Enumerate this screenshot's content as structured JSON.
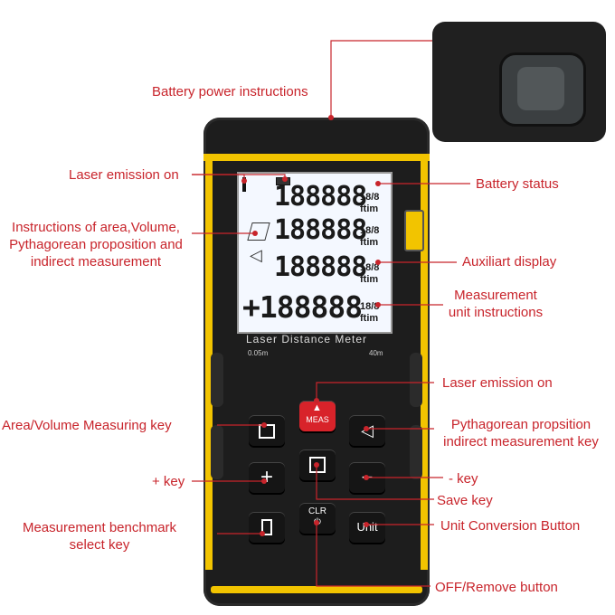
{
  "callouts": {
    "battery_power": "Battery power instructions",
    "laser_emission_top": "Laser emission on",
    "area_instructions": "Instructions of area,Volume, Pythagorean proposition and indirect measurement",
    "battery_status": "Battery status",
    "auxiliary_display": "Auxiliart display",
    "unit_instructions": "Measurement unit instructions",
    "laser_emission_key": "Laser emission on",
    "area_volume_key": "Area/Volume Measuring key",
    "pythagorean_key": "Pythagorean propsition indirect measurement key",
    "plus_key": "+ key",
    "minus_key": "- key",
    "save_key": "Save key",
    "benchmark_key": "Measurement benchmark select key",
    "unit_conversion": "Unit Conversion Button",
    "off_remove": "OFF/Remove button"
  },
  "device": {
    "product_name": "Laser Distance Meter",
    "range_min": "0.05m",
    "range_max": "40m"
  },
  "screen": {
    "rows": [
      {
        "digits": "188888",
        "units": "ftim",
        "fraction": "18/8"
      },
      {
        "digits": "188888",
        "units": "ftim",
        "fraction": "18/8"
      },
      {
        "digits": "188888",
        "units": "ftim",
        "fraction": "18/8"
      },
      {
        "digits": "+188888",
        "units": "ftim",
        "fraction": "18/8"
      }
    ]
  },
  "buttons": {
    "meas": "MEAS",
    "plus": "+",
    "minus": "−",
    "clr": "CLR",
    "unit": "Unit"
  },
  "colors": {
    "callout_red": "#c8242b",
    "device_yellow": "#f2c400",
    "meas_red": "#d8232a"
  }
}
